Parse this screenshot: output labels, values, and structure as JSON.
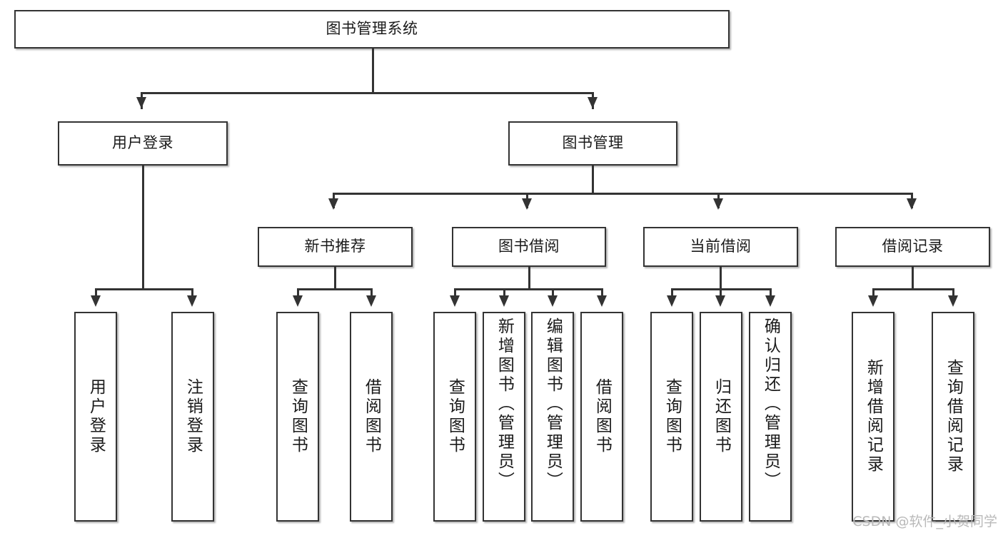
{
  "diagram": {
    "title": "图书管理系统",
    "type": "功能结构图",
    "root": {
      "label": "图书管理系统"
    },
    "level2": [
      {
        "label": "用户登录"
      },
      {
        "label": "图书管理"
      }
    ],
    "level3": [
      {
        "label": "新书推荐"
      },
      {
        "label": "图书借阅"
      },
      {
        "label": "当前借阅"
      },
      {
        "label": "借阅记录"
      }
    ],
    "leaves": {
      "user_login": [
        {
          "label": "用户登录"
        },
        {
          "label": "注销登录"
        }
      ],
      "new_book_recommend": [
        {
          "label": "查询图书"
        },
        {
          "label": "借阅图书"
        }
      ],
      "book_borrow": [
        {
          "label": "查询图书"
        },
        {
          "label": "新增图书（管理员）"
        },
        {
          "label": "编辑图书（管理员）"
        },
        {
          "label": "借阅图书"
        }
      ],
      "current_borrow": [
        {
          "label": "查询图书"
        },
        {
          "label": "归还图书"
        },
        {
          "label": "确认归还（管理员）"
        }
      ],
      "borrow_record": [
        {
          "label": "新增借阅记录"
        },
        {
          "label": "查询借阅记录"
        }
      ]
    }
  },
  "watermark": {
    "text": "CSDN @软件_小贺同学"
  },
  "colors": {
    "stroke": "#333333",
    "fill": "#ffffff",
    "text": "#1a1a1a",
    "watermark": "#b9b9b9"
  }
}
